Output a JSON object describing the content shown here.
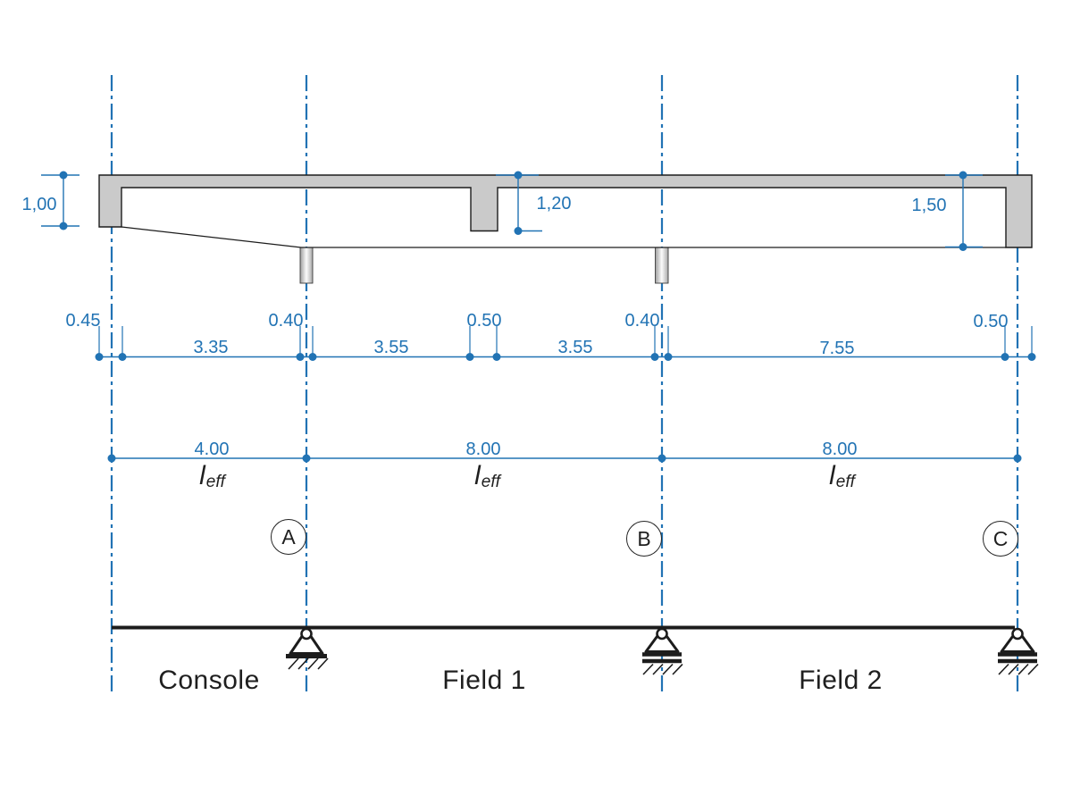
{
  "colors": {
    "dim-blue": "#2173b4",
    "ink": "#1c1c1c",
    "concrete-fill": "#cacaca",
    "text-dark": "#1f1f1f"
  },
  "drawing": {
    "depth_dims": [
      "1,00",
      "1,20",
      "1,50"
    ],
    "chain_small": [
      "0.45",
      "0.40",
      "0.50",
      "0.40",
      "0.50"
    ],
    "chain_spans": [
      "3.35",
      "3.55",
      "3.55",
      "7.55"
    ],
    "eff_spans": [
      "4.00",
      "8.00",
      "8.00"
    ],
    "eff_symbol": "l",
    "eff_subscript": "eff",
    "grid_axes": [
      "A",
      "B",
      "C"
    ],
    "zone_labels": [
      "Console",
      "Field 1",
      "Field 2"
    ]
  }
}
